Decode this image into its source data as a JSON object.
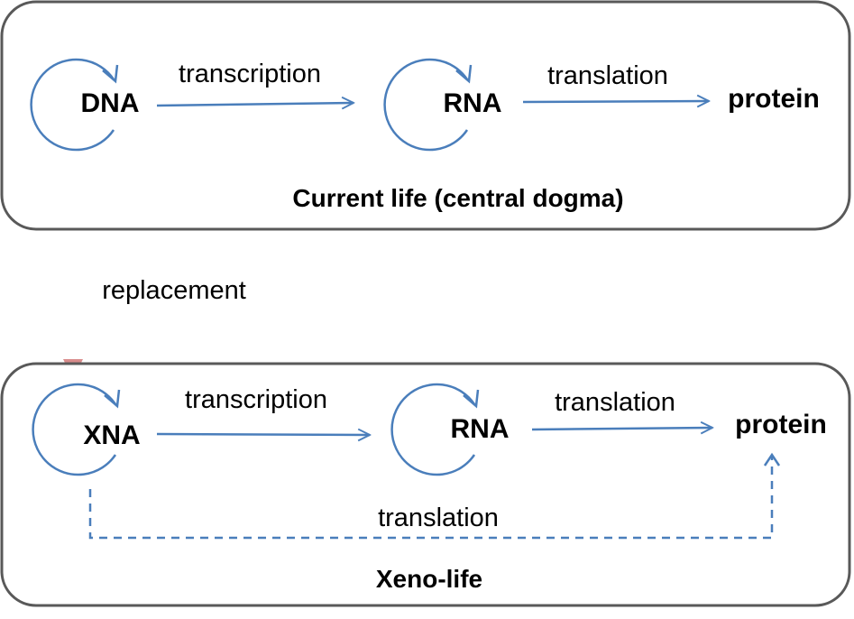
{
  "colors": {
    "panel_border": "#595959",
    "flow_blue": "#4a7ebb",
    "replacement_start": "#7f1f1f",
    "replacement_end": "#d98c8c",
    "text": "#000000"
  },
  "current_life": {
    "title": "Current life (central dogma)",
    "source_node": "DNA",
    "middle_node": "RNA",
    "end_node": "protein",
    "step1_label": "transcription",
    "step2_label": "translation"
  },
  "replacement_label": "replacement",
  "xeno_life": {
    "title": "Xeno-life",
    "source_node": "XNA",
    "middle_node": "RNA",
    "end_node": "protein",
    "step1_label": "transcription",
    "step2_label": "translation",
    "direct_label": "translation"
  }
}
